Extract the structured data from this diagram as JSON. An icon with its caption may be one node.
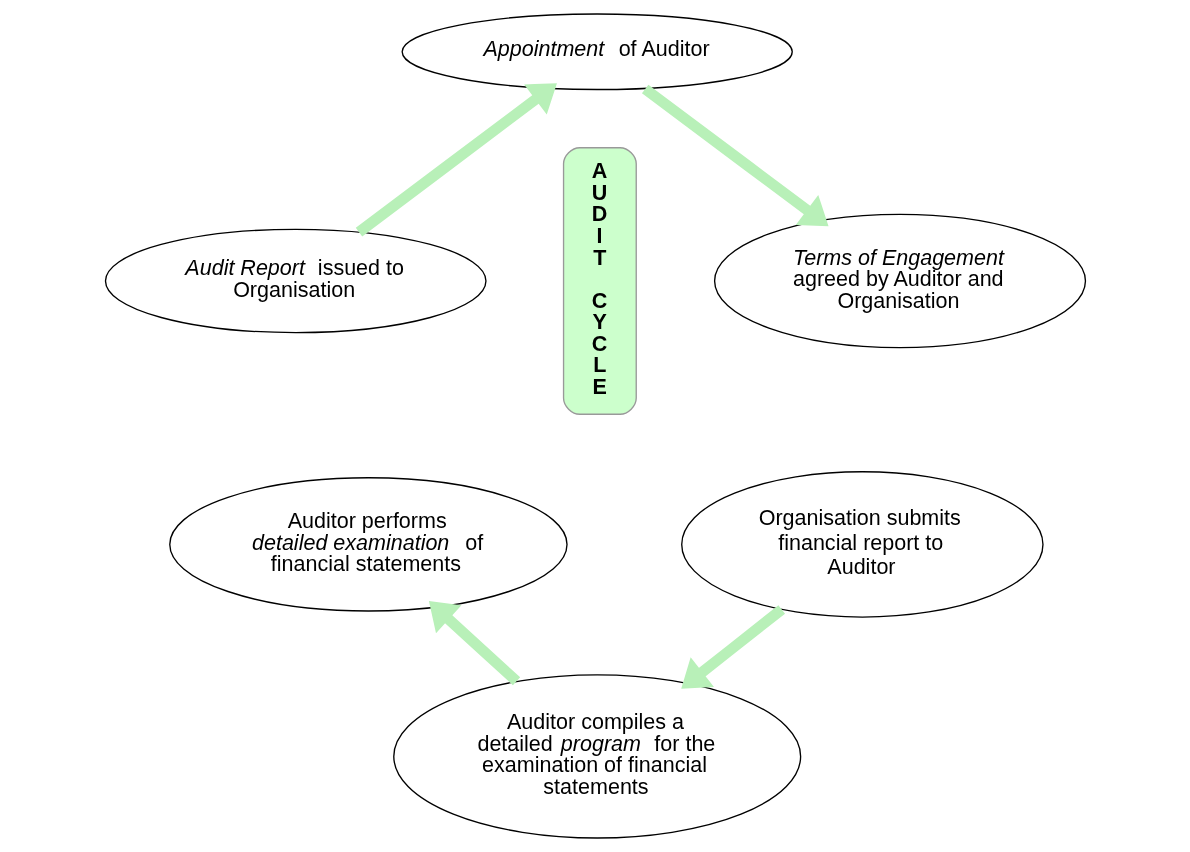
{
  "diagram": {
    "nodes": [
      {
        "text": [
          "*Appointment* of Auditor"
        ]
      },
      {
        "text": [
          "*Terms of Engagement* agreed by Auditor and Organisation"
        ]
      },
      {
        "text": [
          "Organisation submits financial report to Auditor"
        ]
      },
      {
        "text": [
          "Auditor compiles a detailed *program* for the examination of financial statements"
        ]
      },
      {
        "text": [
          "Auditor performs *detailed examination* of financial statements"
        ]
      },
      {
        "text": [
          "*Audit Report* issued to Organisation"
        ]
      },
      {
        "text": [
          "AUDIT CYCLE"
        ]
      }
    ],
    "edges": [
      {
        "from": 0,
        "to": 1,
        "arrow": "to"
      },
      {
        "from": 2,
        "to": 3,
        "arrow": "to"
      },
      {
        "from": 3,
        "to": 4,
        "arrow": "to"
      },
      {
        "from": 5,
        "to": 0,
        "arrow": "to"
      }
    ]
  }
}
